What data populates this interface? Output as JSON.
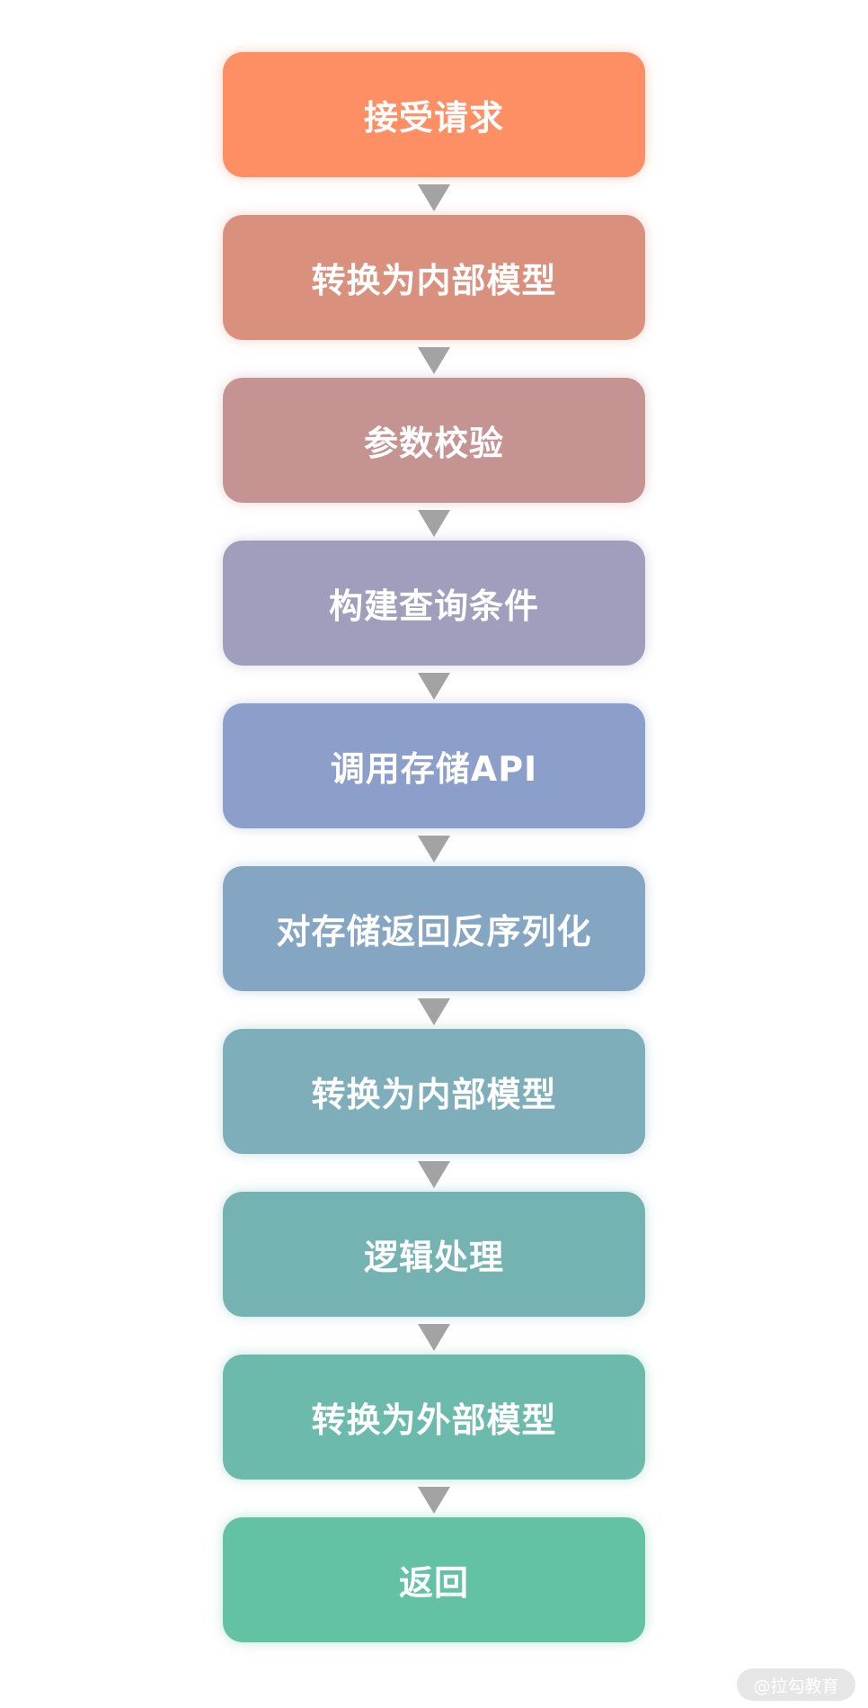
{
  "steps": [
    {
      "label": "接受请求",
      "color": "#fe8e63"
    },
    {
      "label": "转换为内部模型",
      "color": "#d9917e"
    },
    {
      "label": "参数校验",
      "color": "#c59492"
    },
    {
      "label": "构建查询条件",
      "color": "#9f9ebd"
    },
    {
      "label": "调用存储API",
      "color": "#8c9fcb"
    },
    {
      "label": "对存储返回反序列化",
      "color": "#84a6c2"
    },
    {
      "label": "转换为内部模型",
      "color": "#7daeb9"
    },
    {
      "label": "逻辑处理",
      "color": "#75b3b2"
    },
    {
      "label": "转换为外部模型",
      "color": "#6cbaab"
    },
    {
      "label": "返回",
      "color": "#62c2a3"
    }
  ],
  "arrow_color": "#a3a3a3",
  "watermark": "@拉勾教育"
}
